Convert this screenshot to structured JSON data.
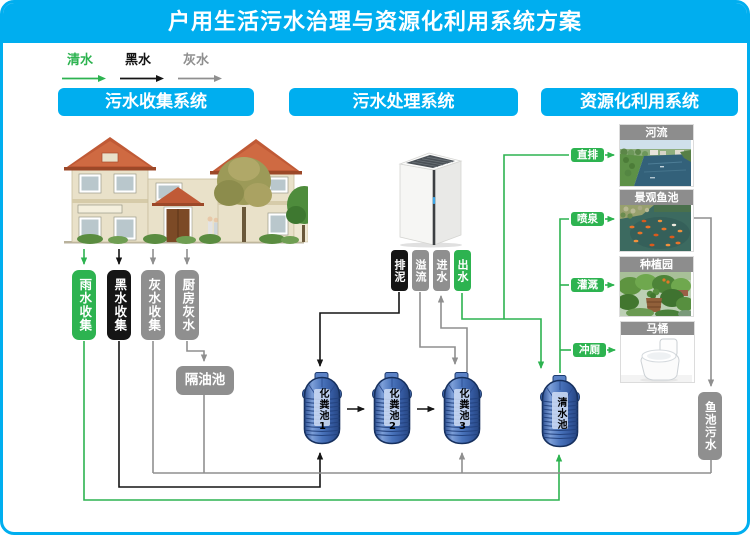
{
  "title": "户用生活污水治理与资源化利用系统方案",
  "legend": {
    "items": [
      {
        "label": "清水",
        "color": "#2db350"
      },
      {
        "label": "黑水",
        "color": "#151515"
      },
      {
        "label": "灰水",
        "color": "#8f8f8f"
      }
    ]
  },
  "sections": {
    "collection": "污水收集系统",
    "treatment": "污水处理系统",
    "reuse": "资源化利用系统"
  },
  "collection": {
    "rain": "雨水收集",
    "blackwater": "黑水收集",
    "graywater": "灰水收集",
    "kitchen": "厨房灰水",
    "grease_trap": "隔油池"
  },
  "equipment": {
    "ports": [
      {
        "label": "排泥",
        "type": "black"
      },
      {
        "label": "溢流",
        "type": "gray"
      },
      {
        "label": "进水",
        "type": "gray"
      },
      {
        "label": "出水",
        "type": "green"
      }
    ]
  },
  "tanks": [
    {
      "label": "化粪池1"
    },
    {
      "label": "化粪池2"
    },
    {
      "label": "化粪池3"
    },
    {
      "label": "清水池"
    }
  ],
  "reuse": {
    "branches": [
      {
        "label": "直排",
        "target": "河流"
      },
      {
        "label": "喷泉",
        "target": "景观鱼池"
      },
      {
        "label": "灌溉",
        "target": "种植园"
      },
      {
        "label": "冲厕",
        "target": "马桶"
      }
    ],
    "fish_pond_sewage": "鱼池污水"
  },
  "colors": {
    "frame": "#00aeef",
    "clean_water": "#2db350",
    "black_water": "#151515",
    "gray_water": "#8f8f8f",
    "tank_blue": "#4a74bc"
  }
}
